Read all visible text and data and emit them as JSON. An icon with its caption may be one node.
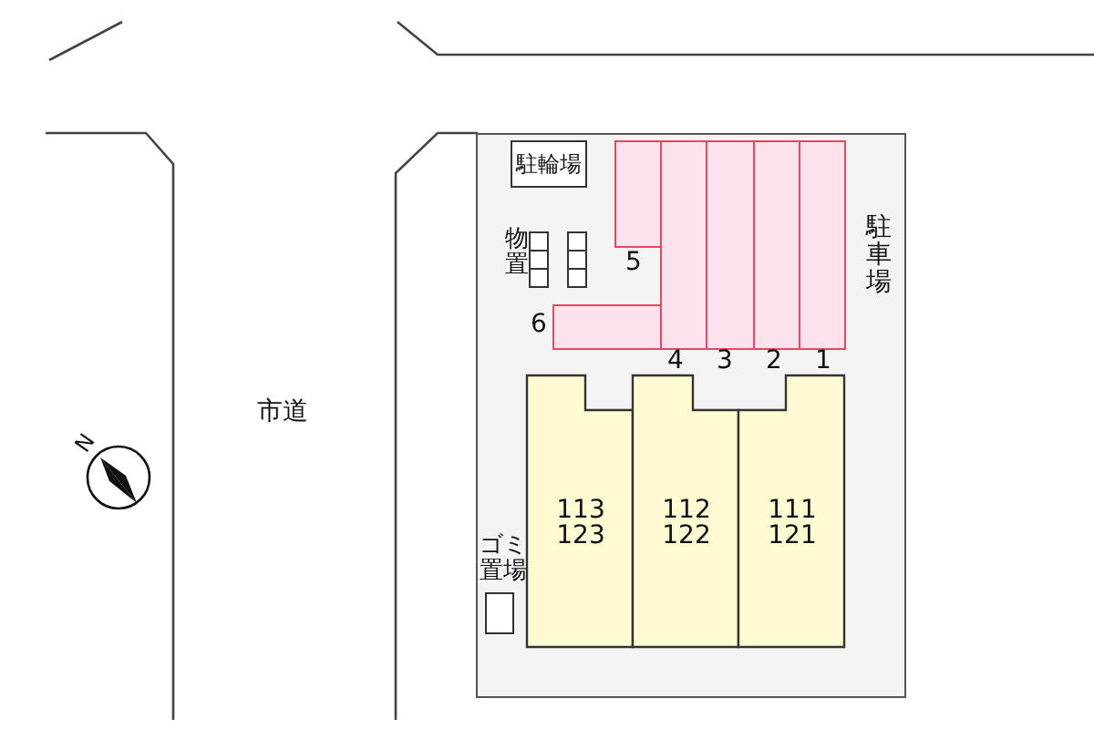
{
  "diagram": {
    "nodes": [
      {
        "text": [],
        "shape": "box"
      },
      {
        "text": [
          "駐輪場"
        ],
        "in": 0
      },
      {
        "text": [],
        "shape": "box",
        "beside": [
          "5"
        ],
        "in": 0
      },
      {
        "text": [],
        "shape": "box",
        "beside": [
          "6"
        ],
        "in": 0
      },
      {
        "text": [],
        "shape": "box",
        "beside": [
          "4"
        ],
        "in": 0
      },
      {
        "text": [],
        "shape": "box",
        "beside": [
          "3"
        ],
        "in": 0
      },
      {
        "text": [],
        "shape": "box",
        "beside": [
          "2"
        ],
        "in": 0
      },
      {
        "text": [],
        "shape": "box",
        "beside": [
          "1"
        ],
        "in": 0
      },
      {
        "text": [
          "113",
          "123"
        ],
        "in": 0
      },
      {
        "text": [
          "112",
          "122"
        ],
        "in": 0
      },
      {
        "text": [
          "111",
          "121"
        ],
        "in": 0
      },
      {
        "text": [],
        "shape": "box",
        "beside": [
          "ゴミ置場"
        ],
        "in": 0
      }
    ],
    "edges": [],
    "labels": [
      "物置",
      "駐車場",
      "市道",
      "N"
    ]
  }
}
